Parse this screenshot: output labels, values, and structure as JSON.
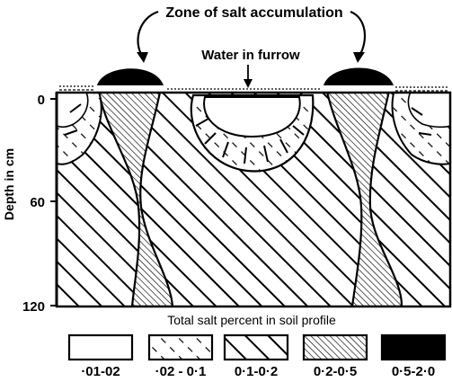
{
  "title": "Zone of salt accumulation",
  "furrow_label": "Water in furrow",
  "y_axis": {
    "label": "Depth in cm",
    "ticks": [
      "0",
      "60",
      "120"
    ]
  },
  "legend": {
    "title": "Total salt percent in soil profile",
    "items": [
      {
        "label": "·01-02",
        "pattern": "blank"
      },
      {
        "label": "·02 - 0·1",
        "pattern": "dashed-hatch"
      },
      {
        "label": "0·1-0·2",
        "pattern": "diagonal-hatch"
      },
      {
        "label": "0·2-0·5",
        "pattern": "dense-hatch"
      },
      {
        "label": "0·5-2·0",
        "pattern": "solid-black"
      }
    ]
  }
}
